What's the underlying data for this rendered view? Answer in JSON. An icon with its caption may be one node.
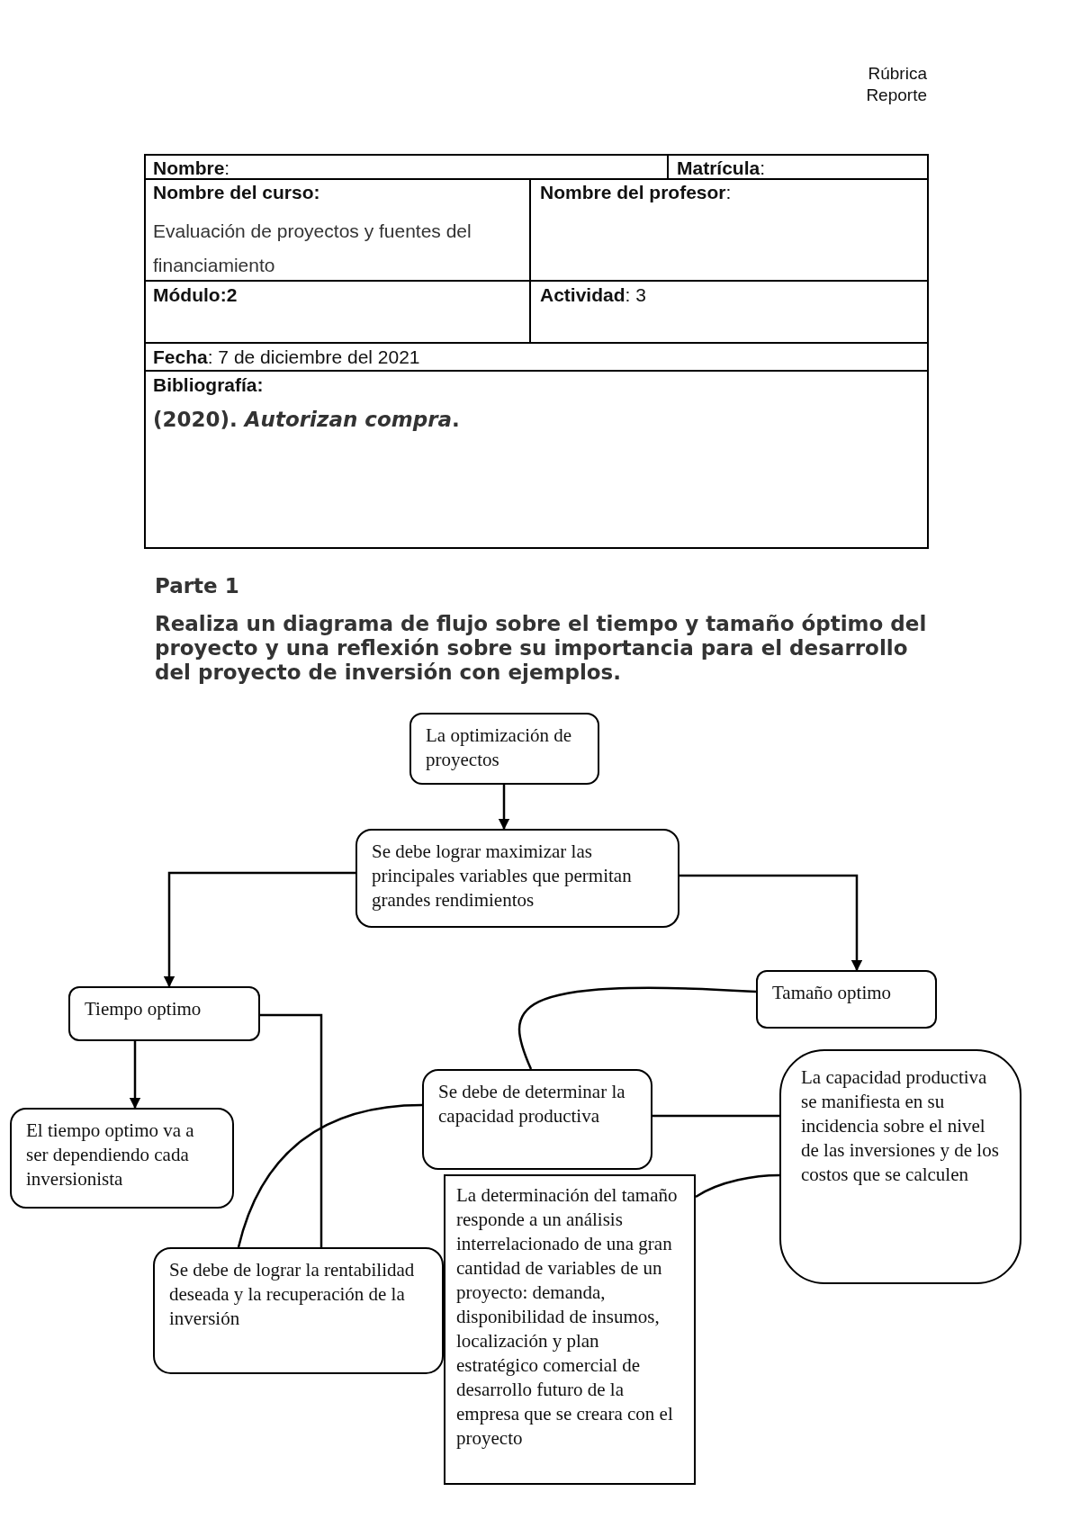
{
  "diagram": {
    "title": "Parte 1",
    "nodes": [
      {
        "text": [
          "La optimización de proyectos"
        ]
      },
      {
        "text": [
          "Se debe lograr maximizar las principales variables que permitan grandes rendimientos"
        ]
      },
      {
        "text": [
          "Tiempo optimo"
        ]
      },
      {
        "text": [
          "Tamaño optimo"
        ]
      },
      {
        "text": [
          "El tiempo optimo va a ser dependiendo cada inversionista"
        ]
      },
      {
        "text": [
          "Se debe de determinar la capacidad productiva"
        ]
      },
      {
        "text": [
          "La capacidad productiva se manifiesta en su incidencia sobre el nivel de las inversiones y de los costos que se calculen"
        ]
      },
      {
        "text": [
          "Se debe de lograr la rentabilidad deseada y la recuperación de la inversión"
        ]
      },
      {
        "text": [
          "La determinación del tamaño responde a un análisis interrelacionado de una gran cantidad de variables de un proyecto: demanda, disponibilidad de insumos, localización y plan estratégico comercial de desarrollo futuro de la empresa que se creara con el proyecto"
        ]
      }
    ],
    "edges": [
      {
        "from": 0,
        "to": 1,
        "arrow": "to"
      },
      {
        "from": 1,
        "to": 2,
        "arrow": "to"
      },
      {
        "from": 1,
        "to": 3,
        "arrow": "to"
      },
      {
        "from": 2,
        "to": 4,
        "arrow": "to"
      },
      {
        "from": 2,
        "to": 7,
        "arrow": "none"
      },
      {
        "from": 3,
        "to": 5,
        "arrow": "none"
      },
      {
        "from": 5,
        "to": 6,
        "arrow": "none"
      },
      {
        "from": 5,
        "to": 7,
        "arrow": "none"
      },
      {
        "from": 8,
        "to": 6,
        "arrow": "none"
      }
    ],
    "labels": [
      "Rúbrica",
      "Reporte",
      "**Nombre**:",
      "**Matrícula**:",
      "Nombre del curso:",
      "**Nombre del profesor**:",
      "Evaluación de proyectos y fuentes del financiamiento",
      "Módulo:2",
      "**Actividad**: 3",
      "**Fecha**:  7 de diciembre del 2021",
      "Bibliografía:",
      "(2020). *Autorizan compra*.",
      "Realiza un diagrama de flujo sobre el tiempo y tamaño óptimo del proyecto y una reflexión sobre su importancia para el desarrollo del proyecto de inversión con ejemplos."
    ]
  }
}
